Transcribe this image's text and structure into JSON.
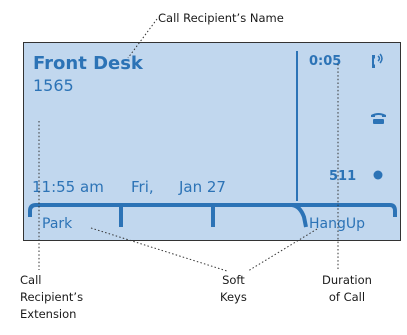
{
  "display": {
    "caller_name": "Front Desk",
    "extension": "1565",
    "time": "11:55 am",
    "day": "Fri,",
    "date": "Jan 27",
    "duration": "0:05",
    "line_number": "511"
  },
  "softkeys": [
    "Park",
    "HangUp"
  ],
  "callouts": {
    "name": "Call Recipient’s Name",
    "extension": [
      "Call",
      "Recipient’s",
      "Extension"
    ],
    "softkeys": [
      "Soft",
      "Keys"
    ],
    "duration": [
      "Duration",
      "of Call"
    ]
  },
  "icons": [
    "call-status-icon",
    "phone-handset-icon",
    "line-indicator-icon"
  ],
  "colors": {
    "screen": "#c1d7ee",
    "text": "#2c73b6",
    "leader": "#333333"
  }
}
